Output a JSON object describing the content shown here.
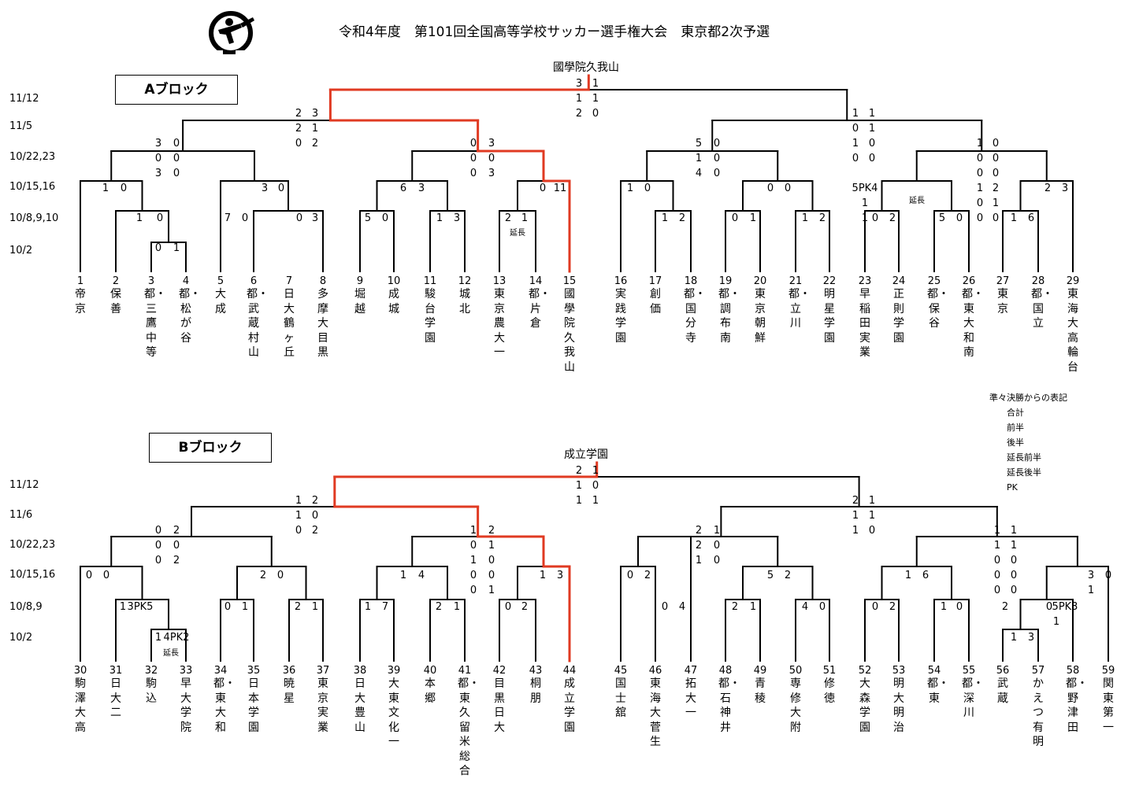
{
  "title": "令和4年度　第101回全国高等学校サッカー選手権大会　東京都2次予選",
  "blocks": {
    "A": {
      "label": "Aブロック",
      "winner": "國學院久我山",
      "dates": [
        "11/12",
        "11/5",
        "10/22,23",
        "10/15,16",
        "10/8,9,10",
        "10/2"
      ],
      "teams": [
        {
          "num": "1",
          "name": "帝京"
        },
        {
          "num": "2",
          "name": "保善"
        },
        {
          "num": "3",
          "name": "都・三鷹中等"
        },
        {
          "num": "4",
          "name": "都・松が谷"
        },
        {
          "num": "5",
          "name": "大成"
        },
        {
          "num": "6",
          "name": "都・武蔵村山"
        },
        {
          "num": "7",
          "name": "日大鶴ヶ丘"
        },
        {
          "num": "8",
          "name": "多摩大目黒"
        },
        {
          "num": "9",
          "name": "堀越"
        },
        {
          "num": "10",
          "name": "成城"
        },
        {
          "num": "11",
          "name": "駿台学園"
        },
        {
          "num": "12",
          "name": "城北"
        },
        {
          "num": "13",
          "name": "東京農大一"
        },
        {
          "num": "14",
          "name": "都・片倉"
        },
        {
          "num": "15",
          "name": "國學院久我山"
        },
        {
          "num": "16",
          "name": "実践学園"
        },
        {
          "num": "17",
          "name": "創価"
        },
        {
          "num": "18",
          "name": "都・国分寺"
        },
        {
          "num": "19",
          "name": "都・調布南"
        },
        {
          "num": "20",
          "name": "東京朝鮮"
        },
        {
          "num": "21",
          "name": "都・立川"
        },
        {
          "num": "22",
          "name": "明星学園"
        },
        {
          "num": "23",
          "name": "早稲田実業"
        },
        {
          "num": "24",
          "name": "正則学園"
        },
        {
          "num": "25",
          "name": "都・保谷"
        },
        {
          "num": "26",
          "name": "都・東大和南"
        },
        {
          "num": "27",
          "name": "東京"
        },
        {
          "num": "28",
          "name": "都・国立"
        },
        {
          "num": "29",
          "name": "東海大高輪台"
        }
      ],
      "scores": [
        "3",
        "1",
        "1",
        "1",
        "2",
        "0",
        "2",
        "3",
        "2",
        "1",
        "0",
        "2",
        "1",
        "1",
        "0",
        "1",
        "1",
        "0",
        "0",
        "0",
        "3",
        "0",
        "0",
        "0",
        "3",
        "0",
        "0",
        "3",
        "0",
        "0",
        "0",
        "3",
        "5",
        "0",
        "1",
        "0",
        "4",
        "0",
        "1",
        "0",
        "0",
        "0",
        "0",
        "0",
        "5PK4",
        "1",
        "2",
        "0",
        "1",
        "1",
        "0",
        "0",
        "1",
        "0",
        "1",
        "0",
        "0",
        "5",
        "0",
        "1",
        "2",
        "6",
        "3",
        "0",
        "11",
        "1",
        "0",
        "3",
        "0",
        "3",
        "2",
        "1",
        "3",
        "1",
        "0",
        "7",
        "0",
        "0",
        "3",
        "5",
        "0",
        "2",
        "1",
        "1",
        "2",
        "0",
        "1",
        "0",
        "2",
        "1",
        "6",
        "0",
        "1",
        "0",
        "5",
        "1",
        "0",
        "1",
        "3"
      ],
      "annotations": [
        "延長",
        "延長"
      ]
    },
    "B": {
      "label": "Bブロック",
      "winner": "成立学園",
      "dates": [
        "11/12",
        "11/6",
        "10/22,23",
        "10/15,16",
        "10/8,9",
        "10/2"
      ],
      "teams": [
        {
          "num": "30",
          "name": "駒澤大高"
        },
        {
          "num": "31",
          "name": "日大二"
        },
        {
          "num": "32",
          "name": "駒込"
        },
        {
          "num": "33",
          "name": "早大学院"
        },
        {
          "num": "34",
          "name": "都・東大和"
        },
        {
          "num": "35",
          "name": "日本学園"
        },
        {
          "num": "36",
          "name": "暁星"
        },
        {
          "num": "37",
          "name": "東京実業"
        },
        {
          "num": "38",
          "name": "日大豊山"
        },
        {
          "num": "39",
          "name": "大東文化一"
        },
        {
          "num": "40",
          "name": "本郷"
        },
        {
          "num": "41",
          "name": "都・東久留米総合"
        },
        {
          "num": "42",
          "name": "目黒日大"
        },
        {
          "num": "43",
          "name": "桐朋"
        },
        {
          "num": "44",
          "name": "成立学園"
        },
        {
          "num": "45",
          "name": "国士舘"
        },
        {
          "num": "46",
          "name": "東海大菅生"
        },
        {
          "num": "47",
          "name": "拓大一"
        },
        {
          "num": "48",
          "name": "都・石神井"
        },
        {
          "num": "49",
          "name": "青稜"
        },
        {
          "num": "50",
          "name": "専修大附"
        },
        {
          "num": "51",
          "name": "修徳"
        },
        {
          "num": "52",
          "name": "大森学園"
        },
        {
          "num": "53",
          "name": "明大明治"
        },
        {
          "num": "54",
          "name": "都・東"
        },
        {
          "num": "55",
          "name": "都・深川"
        },
        {
          "num": "56",
          "name": "武蔵"
        },
        {
          "num": "57",
          "name": "かえつ有明"
        },
        {
          "num": "58",
          "name": "都・野津田"
        },
        {
          "num": "59",
          "name": "関東第一"
        }
      ],
      "scores": [
        "2",
        "1",
        "1",
        "0",
        "1",
        "1",
        "1",
        "2",
        "1",
        "0",
        "0",
        "2",
        "2",
        "1",
        "1",
        "1",
        "1",
        "0",
        "0",
        "2",
        "0",
        "0",
        "0",
        "2",
        "1",
        "2",
        "0",
        "1",
        "1",
        "0",
        "0",
        "0",
        "0",
        "1",
        "2",
        "1",
        "2",
        "0",
        "1",
        "0",
        "1",
        "1",
        "1",
        "1",
        "0",
        "0",
        "0",
        "0",
        "0",
        "0",
        "0",
        "0",
        "2",
        "0",
        "1",
        "4",
        "1",
        "3",
        "0",
        "2",
        "5",
        "2",
        "1",
        "6",
        "3",
        "0",
        "1",
        "1",
        "3PK5",
        "0",
        "1",
        "2",
        "1",
        "1",
        "7",
        "2",
        "1",
        "0",
        "2",
        "0",
        "4",
        "2",
        "1",
        "4",
        "0",
        "0",
        "2",
        "1",
        "0",
        "2",
        "0",
        "5PK3",
        "1",
        "1",
        "4PK2",
        "1",
        "3",
        "2",
        "0"
      ],
      "annotations": [
        "延長"
      ]
    }
  },
  "legend": {
    "title": "準々決勝からの表記",
    "items": [
      "合計",
      "前半",
      "後半",
      "延長前半",
      "延長後半",
      "PK"
    ]
  },
  "icons": {
    "logo": "soccer-kick-logo-icon"
  },
  "colors": {
    "winner_line": "#e03a22",
    "line": "#000000"
  }
}
